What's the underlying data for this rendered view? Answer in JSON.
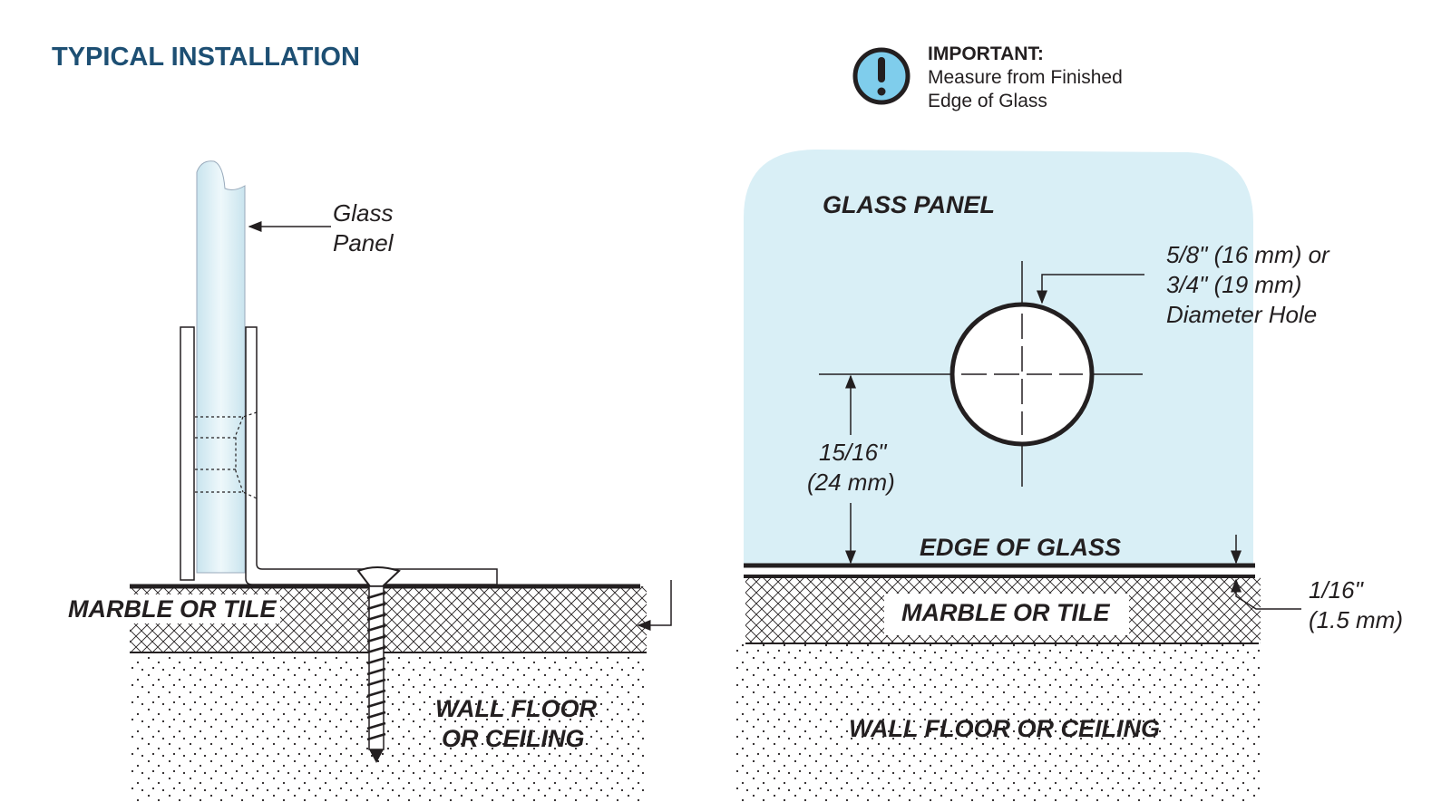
{
  "title": "TYPICAL INSTALLATION",
  "important": {
    "icon": "exclamation-circle-icon",
    "heading": "IMPORTANT:",
    "line1": "Measure from Finished",
    "line2": "Edge of Glass"
  },
  "left_diagram": {
    "glass_label_1": "Glass",
    "glass_label_2": "Panel",
    "tile_label": "MARBLE OR TILE",
    "substrate_label_1": "WALL FLOOR",
    "substrate_label_2": "OR  CEILING"
  },
  "right_diagram": {
    "glass_label": "GLASS PANEL",
    "hole_label_1": "5/8\" (16 mm) or",
    "hole_label_2": "3/4\" (19 mm)",
    "hole_label_3": "Diameter Hole",
    "offset_label_1": "15/16\"",
    "offset_label_2": "(24 mm)",
    "edge_label": "EDGE OF GLASS",
    "gap_label_1": "1/16\"",
    "gap_label_2": "(1.5 mm)",
    "tile_label": "MARBLE OR TILE",
    "substrate_label": "WALL FLOOR OR  CEILING"
  },
  "colors": {
    "title": "#1d4f73",
    "glass": "#d9eff6",
    "icon": "#7fcdec"
  }
}
